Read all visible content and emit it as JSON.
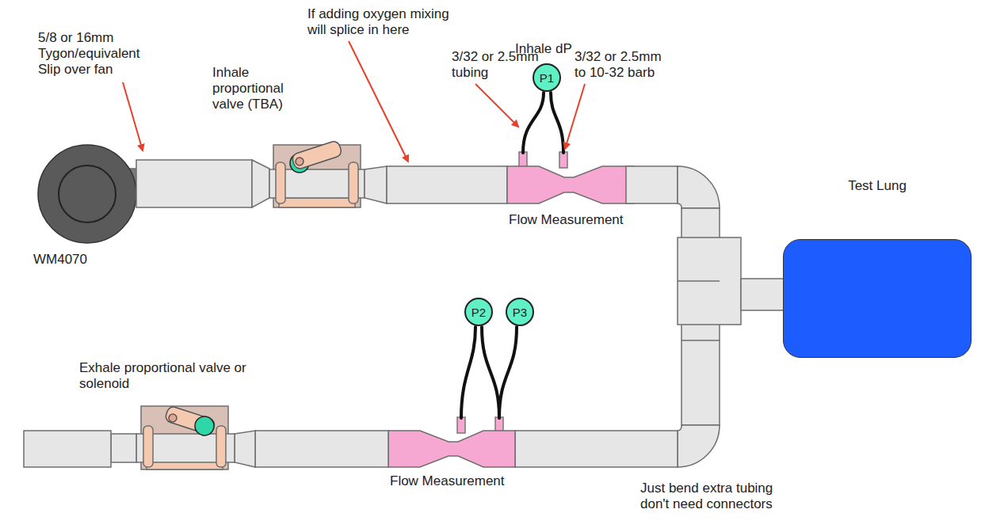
{
  "diagram": {
    "nodes": [
      {
        "text": [
          "P1"
        ]
      },
      {
        "text": [
          "Test Lung"
        ]
      },
      {
        "text": [
          "P2"
        ]
      },
      {
        "text": [
          "P3"
        ]
      }
    ],
    "labels": [
      "If adding oxygen mixing will splice in here",
      "5/8 or 16mm Tygon/equivalent Slip over fan",
      "Inhale dP",
      "3/32 or 2.5mm tubing",
      "3/32 or 2.5mm to 10-32 barb",
      "Inhale proportional valve (TBA)",
      "Flow Measurement",
      "WM4070",
      "Exhale proportional valve or solenoid",
      "Flow Measurement",
      "Just bend extra tubing don't need connectors"
    ]
  }
}
